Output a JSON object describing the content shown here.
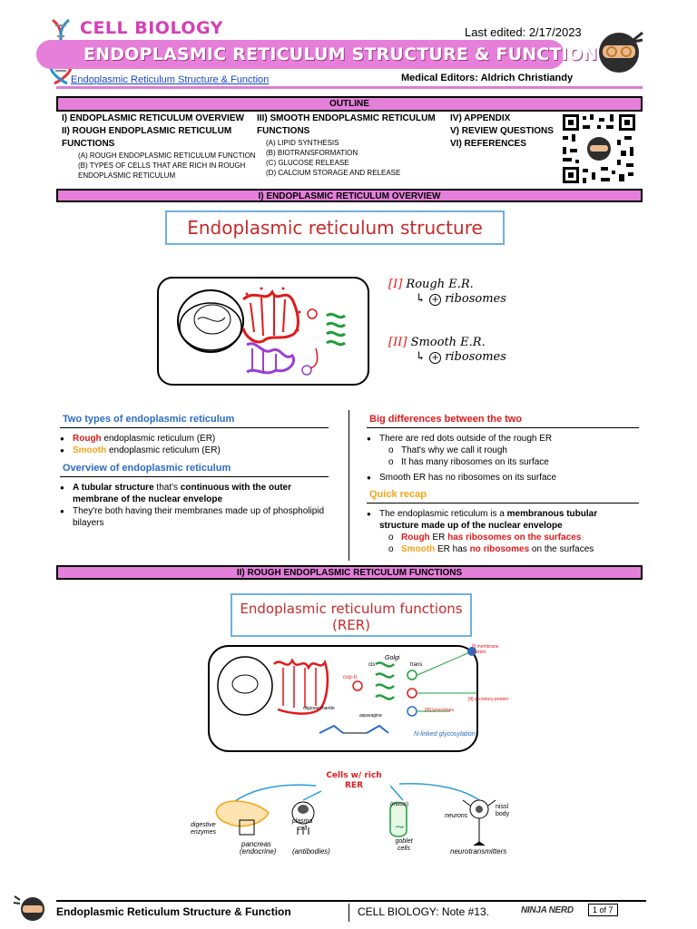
{
  "header": {
    "course": "CELL BIOLOGY",
    "last_edited": "Last edited: 2/17/2023",
    "title": "ENDOPLASMIC RETICULUM STRUCTURE & FUNCTION",
    "link": "Endoplasmic Reticulum Structure & Function",
    "editors": "Medical Editors: Aldrich Christiandy"
  },
  "outline": {
    "label": "OUTLINE",
    "col1": {
      "items": [
        "I) ENDOPLASMIC RETICULUM OVERVIEW",
        "II) ROUGH ENDOPLASMIC RETICULUM",
        "FUNCTIONS"
      ],
      "subs": [
        "(A) ROUGH ENDOPLASMIC RETICULUM FUNCTION",
        "(B) TYPES OF CELLS THAT ARE RICH IN ROUGH",
        "ENDOPLASMIC RETICULUM"
      ]
    },
    "col2": {
      "items": [
        "III) SMOOTH ENDOPLASMIC RETICULUM",
        "FUNCTIONS"
      ],
      "subs": [
        "(A) LIPID SYNTHESIS",
        "(B) BIOTRANSFORMATION",
        "(C) GLUCOSE RELEASE",
        "(D) CALCIUM STORAGE AND RELEASE"
      ]
    },
    "col3": {
      "items": [
        "IV) APPENDIX",
        "V) REVIEW QUESTIONS",
        "VI) REFERENCES"
      ]
    }
  },
  "section1": {
    "bar": "I)  ENDOPLASMIC RETICULUM OVERVIEW",
    "figure_title": "Endoplasmic reticulum structure",
    "labels": {
      "rough_num": "[I]",
      "rough": "Rough E.R.",
      "rough_sub": "ribosomes",
      "smooth_num": "[II]",
      "smooth": "Smooth E.R.",
      "smooth_sub": "ribosomes",
      "plus": "+"
    },
    "left": {
      "head1": "Two types of endoplasmic reticulum",
      "rough_word": "Rough",
      "rough_rest": " endoplasmic reticulum (ER)",
      "smooth_word": "Smooth",
      "smooth_rest": " endoplasmic reticulum (ER)",
      "head2": "Overview of endoplasmic reticulum",
      "b1_a": "A tubular structure",
      "b1_b": " that's ",
      "b1_c": "continuous with the outer membrane of the nuclear envelope",
      "b2": "They're both having their membranes made up of phospholipid bilayers"
    },
    "right": {
      "head1": "Big differences between the two",
      "b1": "There are red dots outside of the rough ER",
      "s1": "That's why we call it rough",
      "s2": "It has many ribosomes on its surface",
      "b2": "Smooth ER has no ribosomes on its surface",
      "head2": "Quick recap",
      "b3_a": "The endoplasmic reticulum is a ",
      "b3_b": "membranous tubular structure made up of the nuclear envelope",
      "s3_a": "Rough",
      "s3_b": " ER ",
      "s3_c": "has ribosomes on the surfaces",
      "s4_a": "Smooth",
      "s4_b": " ER has ",
      "s4_c": "no ribosomes",
      "s4_d": " on the surfaces"
    }
  },
  "section2": {
    "bar": "II)  ROUGH ENDOPLASMIC RETICULUM FUNCTIONS",
    "figure_title_1": "Endoplasmic reticulum functions",
    "figure_title_2": "(RER)",
    "diagram_labels": {
      "golgi": "Golgi",
      "cis": "cis",
      "trans": "trans",
      "membrane": "[I] membrane protein",
      "secretory": "[II] secretory protein",
      "lysosomes": "[III] lysosomes",
      "glyco": "N-linked glycosylation",
      "oligo": "oligosaccharide",
      "asparagine": "asparagine",
      "cop": "cop-II"
    },
    "cells": {
      "title_1": "Cells w/ rich",
      "title_2": "RER",
      "digestive": "digestive enzymes",
      "pancreas": "pancreas",
      "endocrine": "(endocrine)",
      "plasma": "plasma cell",
      "antibodies": "(antibodies)",
      "mucin": "(mucin)",
      "goblet": "goblet cells",
      "neurons": "neurons",
      "nissl": "nissl body",
      "neurotransmitters": "neurotransmitters",
      "yyy": "Y Y Y"
    }
  },
  "footer": {
    "title": "Endoplasmic Reticulum Structure & Function",
    "note": "CELL BIOLOGY: Note  #13.",
    "brand": "NINJA NERD",
    "page": "1 of 7"
  },
  "colors": {
    "pink": "#e47fda",
    "red": "#e11919",
    "orange": "#f5a316",
    "blue": "#2b6cc4"
  }
}
